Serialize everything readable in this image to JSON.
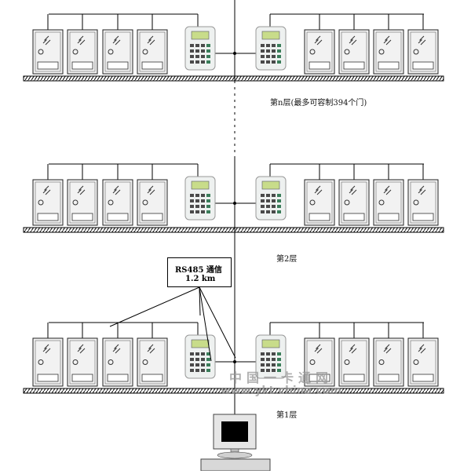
{
  "floors": [
    {
      "id": "floor-n",
      "label": "第n层(最多可容制394个门)"
    },
    {
      "id": "floor-2",
      "label": "第2层"
    },
    {
      "id": "floor-1",
      "label": "第1层"
    }
  ],
  "callout": {
    "line1": "RS485 通信",
    "line2": "1.2 km"
  },
  "watermark": {
    "cn": "中国一卡通网",
    "url": "www.ykt.china.com"
  },
  "devices": {
    "controllers_per_side": 4,
    "keypads_per_floor": 2
  }
}
